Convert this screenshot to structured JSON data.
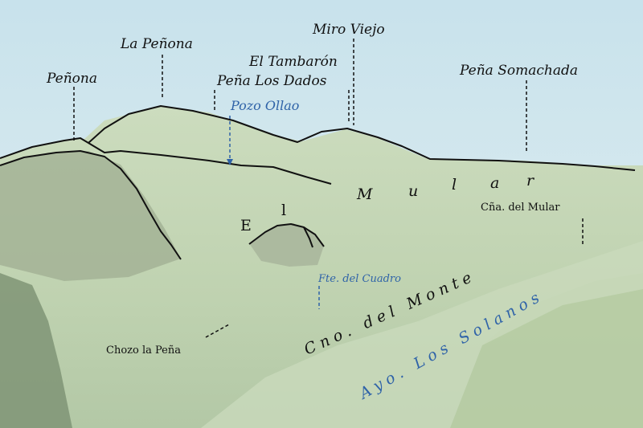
{
  "peaks": {
    "penona": "Peñona",
    "la_penona": "La Peñona",
    "miro_viejo": "Miro Viejo",
    "el_tambaron": "El Tambarón",
    "pena_los_dados": "Peña Los Dados",
    "pena_somachada": "Peña Somachada"
  },
  "water": {
    "pozo_ollao": "Pozo Ollao",
    "fte_del_cuadro": "Fte. del Cuadro",
    "ayo_los_solanos": "Ayo. Los Solanos"
  },
  "places": {
    "el_word1": "E",
    "el_word2": "l",
    "mular_letters": [
      "M",
      "u",
      "l",
      "a",
      "r"
    ],
    "cna_del_mular": "Cña. del Mular",
    "cno_del_monte": "Cno. del Monte",
    "chozo_la_pena": "Chozo la Peña"
  },
  "colors": {
    "sky": "#cfe6ee",
    "hills": "#c4d6b6",
    "label_dark": "#111111",
    "label_water": "#2f63a8"
  }
}
